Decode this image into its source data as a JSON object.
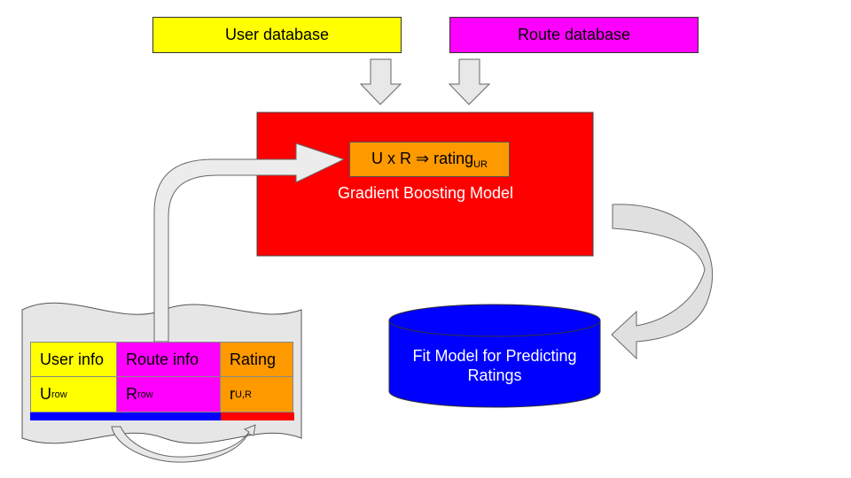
{
  "sources": {
    "user_db": "User database",
    "route_db": "Route database"
  },
  "model": {
    "formula_main": "U x R ⇒ rating",
    "formula_sub": "UR",
    "title": "Gradient Boosting Model"
  },
  "output": {
    "line1": "Fit Model for Predicting",
    "line2": "Ratings"
  },
  "table": {
    "headers": [
      "User info",
      "Route info",
      "Rating"
    ],
    "row": [
      {
        "main": "U",
        "sub": "row"
      },
      {
        "main": "R",
        "sub": "row"
      },
      {
        "main": "r",
        "sub": "U,R"
      }
    ]
  },
  "colors": {
    "user": "#ffff00",
    "route": "#ff00ff",
    "model": "#ff0000",
    "formula": "#ff9900",
    "output": "#0000ff",
    "rating": "#ff9900",
    "bar_blue": "#0000ff",
    "bar_red": "#ff0000"
  }
}
